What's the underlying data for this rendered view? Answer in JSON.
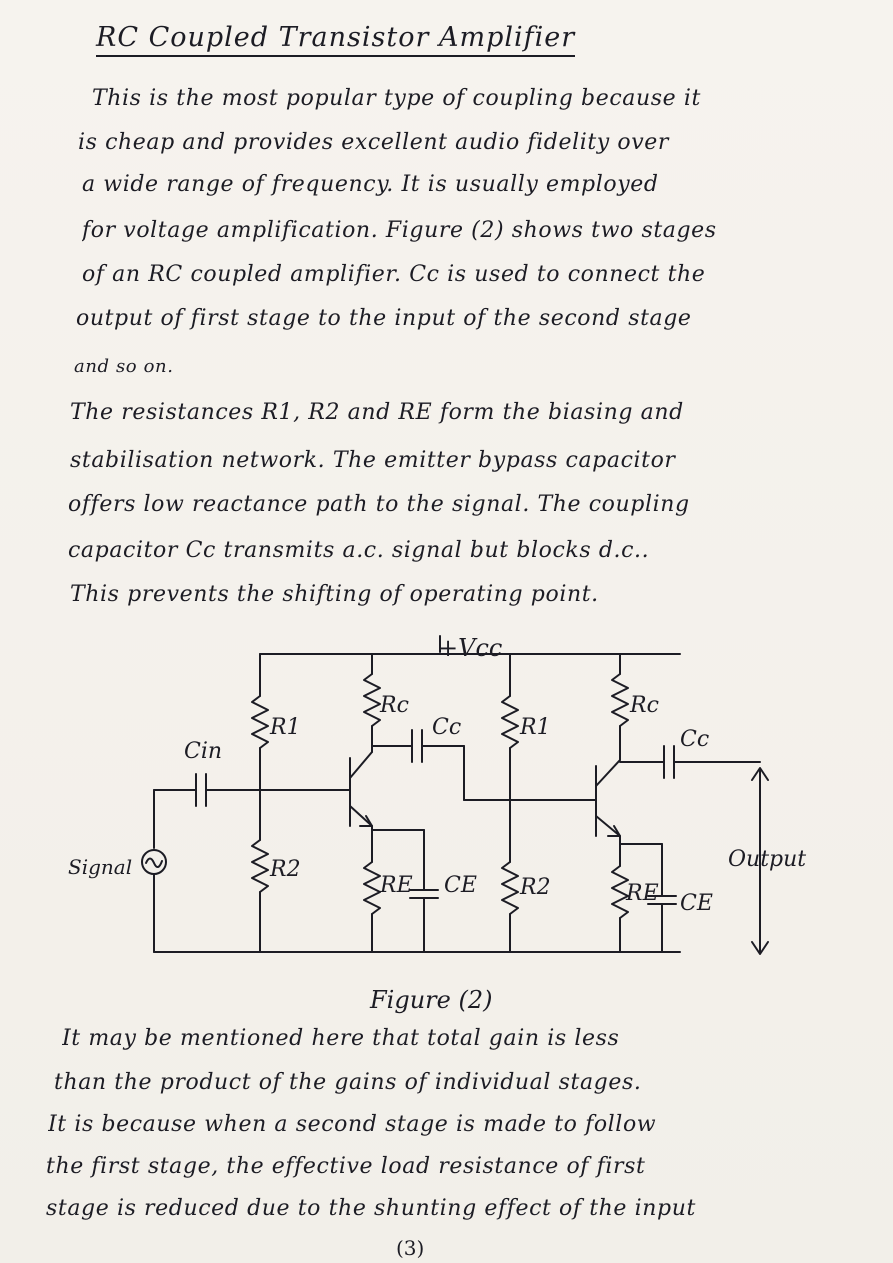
{
  "title": "RC Coupled Transistor Amplifier",
  "paragraph1": [
    "This is the most popular type of coupling because it",
    "is cheap and provides excellent audio fidelity over",
    "a wide range of frequency. It is usually employed",
    "for voltage amplification. Figure (2) shows two stages",
    "of an RC coupled amplifier. Cc is used to connect the",
    "output of first stage to the input of the second stage",
    "and so on."
  ],
  "paragraph2": [
    "The resistances R1, R2 and RE form the biasing and",
    "stabilisation network. The emitter bypass capacitor",
    "offers low reactance path to the signal. The coupling",
    "capacitor Cc transmits a.c. signal but blocks d.c..",
    "This prevents the shifting of operating point."
  ],
  "circuit": {
    "supply": "+Vcc",
    "cin": "Cin",
    "r1_a": "R1",
    "rc_a": "Rc",
    "cc_a": "Cc",
    "r1_b": "R1",
    "rc_b": "Rc",
    "cc_b": "Cc",
    "signal": "Signal",
    "r2_a": "R2",
    "re_a": "RE",
    "ce_a": "CE",
    "r2_b": "R2",
    "re_b": "RE",
    "ce_b": "CE",
    "output": "Output"
  },
  "caption": "Figure (2)",
  "paragraph3": [
    "It may be mentioned here that total gain is less",
    "than the product of the gains of individual stages.",
    "It is because when a second stage is made to follow",
    "the first stage, the effective load resistance of first",
    "stage is reduced due to the shunting effect of the input"
  ],
  "page_number": "(3)"
}
